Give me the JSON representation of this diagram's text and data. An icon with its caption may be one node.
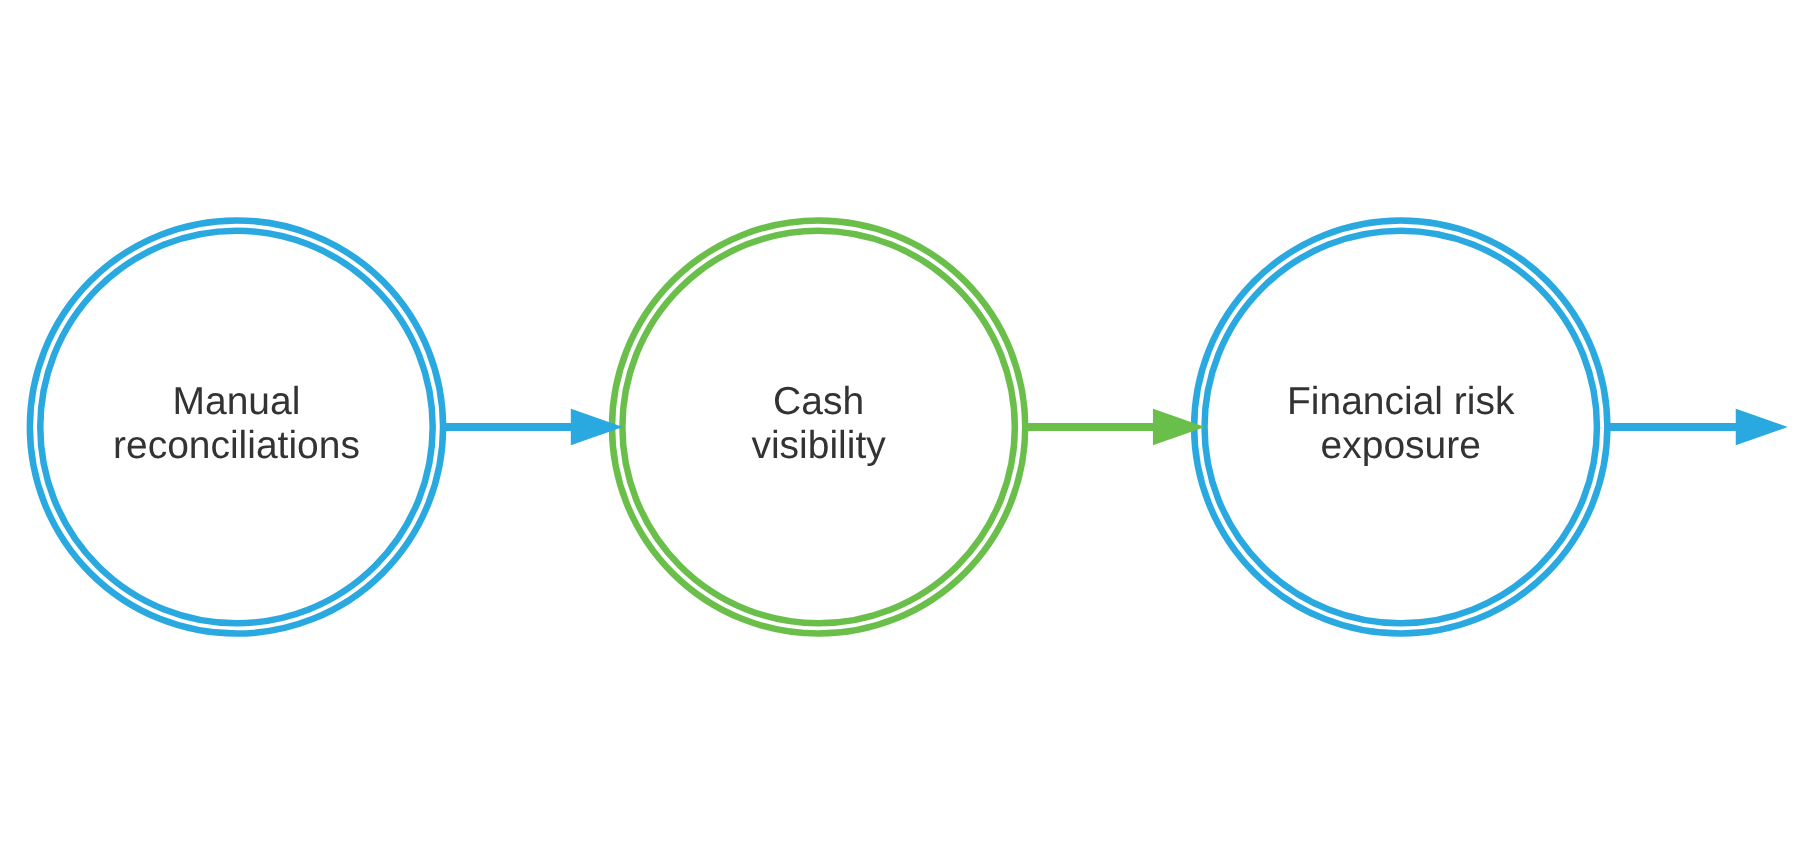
{
  "diagram": {
    "nodes": [
      {
        "text": [
          "Manual reconciliations"
        ]
      },
      {
        "text": [
          "Cash visibility"
        ]
      },
      {
        "text": [
          "Financial risk exposure"
        ]
      }
    ],
    "edges": [
      {
        "from": 0,
        "to": 1,
        "arrow": "to"
      },
      {
        "from": 1,
        "to": 2,
        "arrow": "to",
        "color": "#6abf4b"
      },
      {
        "from": 2,
        "to": null,
        "arrow": "to"
      }
    ]
  }
}
